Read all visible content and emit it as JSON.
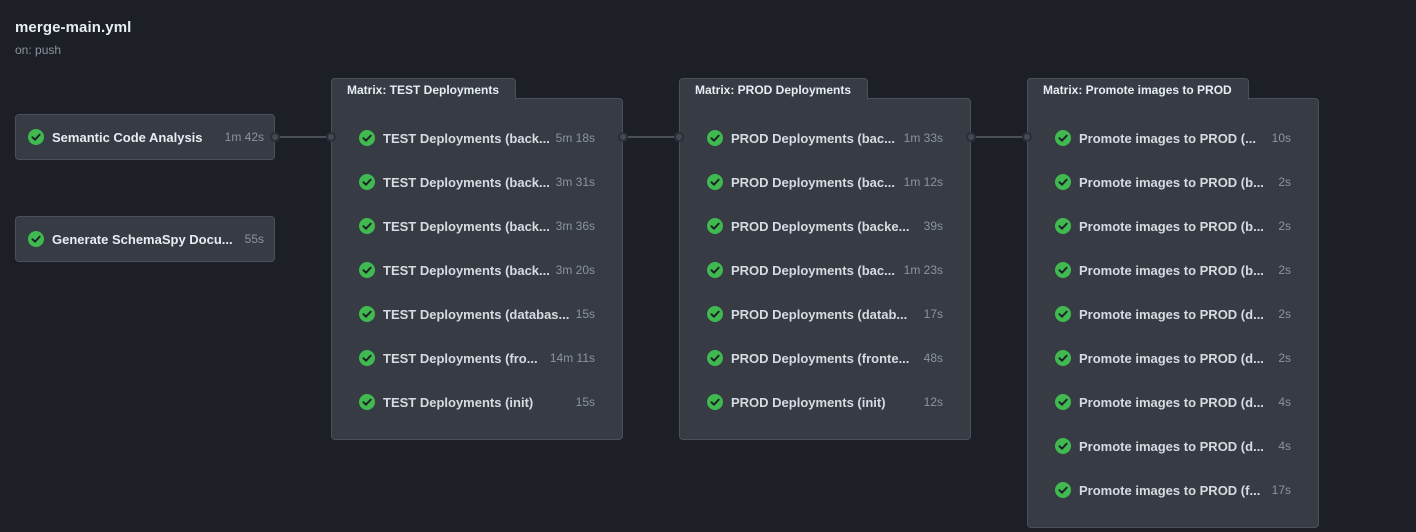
{
  "workflow": {
    "title": "merge-main.yml",
    "trigger": "on: push"
  },
  "colors": {
    "background": "#1c1f26",
    "card": "#373b44",
    "border": "#4a4f59",
    "success": "#3fb950"
  },
  "jobs": [
    {
      "name": "Semantic Code Analysis",
      "duration": "1m 42s",
      "status": "success",
      "icon": "check-circle-icon"
    },
    {
      "name": "Generate SchemaSpy Docu...",
      "duration": "55s",
      "status": "success",
      "icon": "check-circle-icon"
    }
  ],
  "matrices": [
    {
      "title": "Matrix: TEST Deployments",
      "items": [
        {
          "name": "TEST Deployments (back...",
          "duration": "5m 18s"
        },
        {
          "name": "TEST Deployments (back...",
          "duration": "3m 31s"
        },
        {
          "name": "TEST Deployments (back...",
          "duration": "3m 36s"
        },
        {
          "name": "TEST Deployments (back...",
          "duration": "3m 20s"
        },
        {
          "name": "TEST Deployments (databas...",
          "duration": "15s"
        },
        {
          "name": "TEST Deployments (fro...",
          "duration": "14m 11s"
        },
        {
          "name": "TEST Deployments (init)",
          "duration": "15s"
        }
      ]
    },
    {
      "title": "Matrix: PROD Deployments",
      "items": [
        {
          "name": "PROD Deployments (bac...",
          "duration": "1m 33s"
        },
        {
          "name": "PROD Deployments (bac...",
          "duration": "1m 12s"
        },
        {
          "name": "PROD Deployments (backe...",
          "duration": "39s"
        },
        {
          "name": "PROD Deployments (bac...",
          "duration": "1m 23s"
        },
        {
          "name": "PROD Deployments (datab...",
          "duration": "17s"
        },
        {
          "name": "PROD Deployments (fronte...",
          "duration": "48s"
        },
        {
          "name": "PROD Deployments (init)",
          "duration": "12s"
        }
      ]
    },
    {
      "title": "Matrix: Promote images to PROD",
      "items": [
        {
          "name": "Promote images to PROD (...",
          "duration": "10s"
        },
        {
          "name": "Promote images to PROD (b...",
          "duration": "2s"
        },
        {
          "name": "Promote images to PROD (b...",
          "duration": "2s"
        },
        {
          "name": "Promote images to PROD (b...",
          "duration": "2s"
        },
        {
          "name": "Promote images to PROD (d...",
          "duration": "2s"
        },
        {
          "name": "Promote images to PROD (d...",
          "duration": "2s"
        },
        {
          "name": "Promote images to PROD (d...",
          "duration": "4s"
        },
        {
          "name": "Promote images to PROD (d...",
          "duration": "4s"
        },
        {
          "name": "Promote images to PROD (f...",
          "duration": "17s"
        }
      ]
    }
  ]
}
